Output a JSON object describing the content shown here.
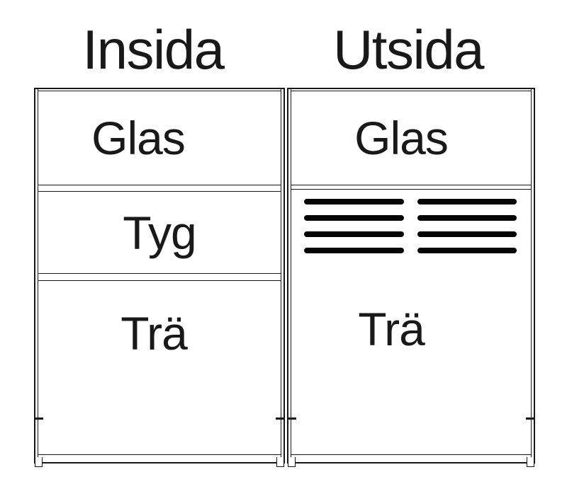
{
  "diagram": {
    "background": "#ffffff",
    "line_color": "#161616",
    "text_color": "#191919",
    "slat_color": "#050505"
  },
  "panels": [
    {
      "id": "insida",
      "title": "Insida",
      "sections": [
        "Glas",
        "Tyg",
        "Trä"
      ]
    },
    {
      "id": "utsida",
      "title": "Utsida",
      "sections": [
        "Glas",
        "Trä"
      ],
      "vents": {
        "rows": 4,
        "columns": 2
      }
    }
  ]
}
